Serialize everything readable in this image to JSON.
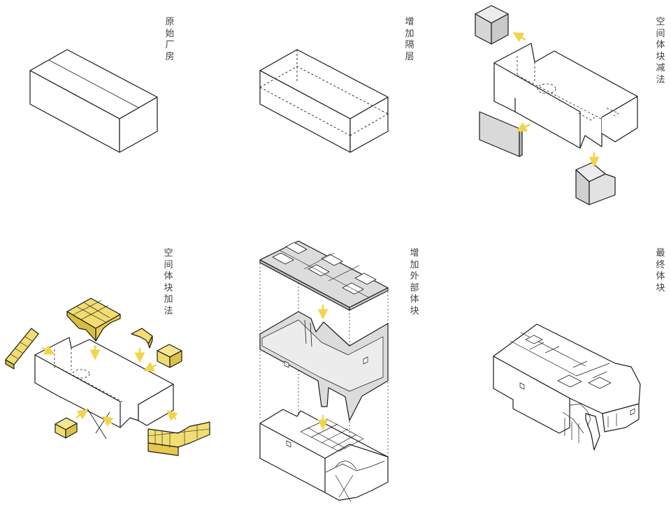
{
  "labels": {
    "original": "原始厂房",
    "mezzanine": "增加隔层",
    "subtract": "空间体块减法",
    "add": "空间体块加法",
    "external": "增加外部体块",
    "final": "最终体块"
  },
  "colors": {
    "line": "#1a1a1a",
    "yellow_fill": "#f2dd72",
    "yellow_dark": "#d9bd3c",
    "arrow": "#f0d54a",
    "gray_fill": "#dcdcdc",
    "gray_light": "#ececec",
    "label_text": "#3f3f3f"
  }
}
